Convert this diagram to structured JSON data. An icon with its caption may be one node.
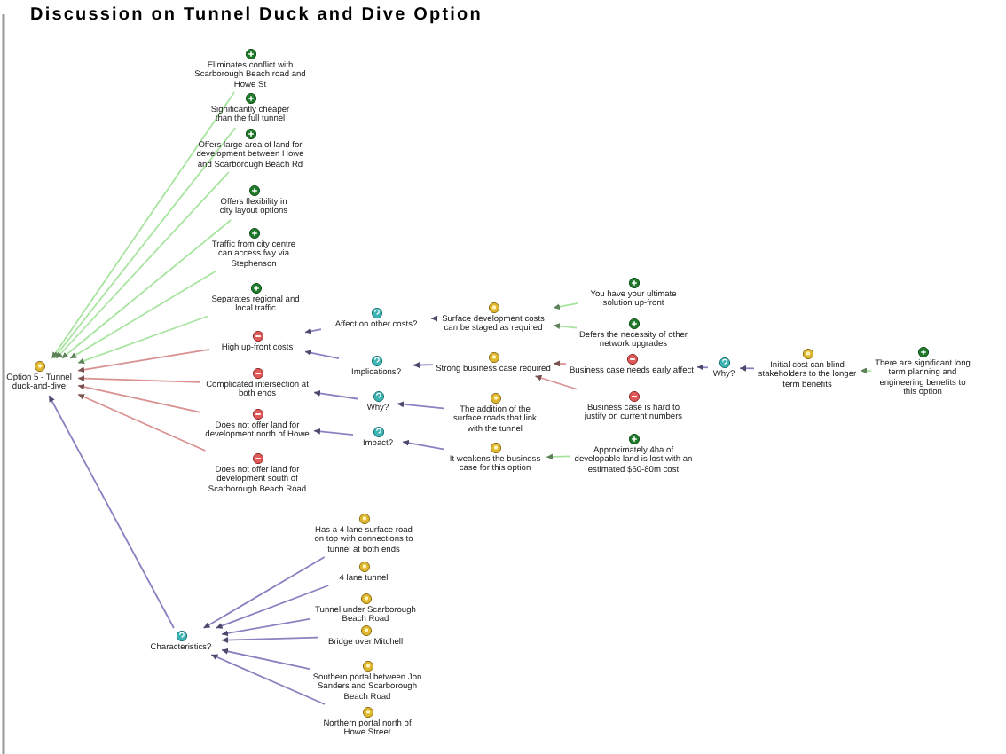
{
  "diagram": {
    "title": "Discussion on Tunnel Duck and Dive Option",
    "nodes": [
      {
        "text": [
          "Option 5 - Tunnel duck-and-dive"
        ]
      },
      {
        "text": [
          "Eliminates conflict with Scarborough Beach road and Howe St"
        ]
      },
      {
        "text": [
          "Significantly cheaper than the full tunnel"
        ]
      },
      {
        "text": [
          "Offers large area of land for development between Howe and Scarborough Beach Rd"
        ]
      },
      {
        "text": [
          "Offers flexibility in city layout options"
        ]
      },
      {
        "text": [
          "Traffic from city centre can access fwy via Stephenson"
        ]
      },
      {
        "text": [
          "Separates regional and local traffic"
        ]
      },
      {
        "text": [
          "High up-front costs"
        ]
      },
      {
        "text": [
          "Complicated intersection at both ends"
        ]
      },
      {
        "text": [
          "Does not offer land for development north of Howe"
        ]
      },
      {
        "text": [
          "Does not offer land for development south of Scarborough Beach Road"
        ]
      },
      {
        "text": [
          "Affect on other costs?"
        ]
      },
      {
        "text": [
          "Implications?"
        ]
      },
      {
        "text": [
          "Why?"
        ]
      },
      {
        "text": [
          "Impact?"
        ]
      },
      {
        "text": [
          "Surface development costs can be staged as required"
        ]
      },
      {
        "text": [
          "Strong business case required"
        ]
      },
      {
        "text": [
          "The addition of the surface roads that link with the tunnel"
        ]
      },
      {
        "text": [
          "It weakens the business case for this option"
        ]
      },
      {
        "text": [
          "You have your ultimate solution up-front"
        ]
      },
      {
        "text": [
          "Defers the necessity of other network upgrades"
        ]
      },
      {
        "text": [
          "Business case needs early affect"
        ]
      },
      {
        "text": [
          "Business case is hard to justify on current numbers"
        ]
      },
      {
        "text": [
          "Approximately 4ha of developable land is lost with an estimated $60-80m cost"
        ]
      },
      {
        "text": [
          "Why?"
        ]
      },
      {
        "text": [
          "Initial cost can blind stakeholders to the longer term benefits"
        ]
      },
      {
        "text": [
          "There are significant long term planning and engineering benefits to this option"
        ]
      },
      {
        "text": [
          "Characteristics?"
        ]
      },
      {
        "text": [
          "Has a 4 lane surface road on top with connections to tunnel at both ends"
        ]
      },
      {
        "text": [
          "4 lane tunnel"
        ]
      },
      {
        "text": [
          "Tunnel under Scarborough Beach Road"
        ]
      },
      {
        "text": [
          "Bridge over Mitchell"
        ]
      },
      {
        "text": [
          "Southern portal between Jon Sanders and Scarborough Beach Road"
        ]
      },
      {
        "text": [
          "Northern portal north of Howe Street"
        ]
      }
    ],
    "edges": [
      {
        "from": 1,
        "to": 0,
        "arrow": "to",
        "color": "#a8e4a0"
      },
      {
        "from": 2,
        "to": 0,
        "arrow": "to",
        "color": "#a8e4a0"
      },
      {
        "from": 3,
        "to": 0,
        "arrow": "to",
        "color": "#a8e4a0"
      },
      {
        "from": 4,
        "to": 0,
        "arrow": "to",
        "color": "#a8e4a0"
      },
      {
        "from": 5,
        "to": 0,
        "arrow": "to",
        "color": "#a8e4a0"
      },
      {
        "from": 6,
        "to": 0,
        "arrow": "to",
        "color": "#a8e4a0"
      },
      {
        "from": 7,
        "to": 0,
        "arrow": "to",
        "color": "#d89090"
      },
      {
        "from": 8,
        "to": 0,
        "arrow": "to",
        "color": "#d89090"
      },
      {
        "from": 9,
        "to": 0,
        "arrow": "to",
        "color": "#d89090"
      },
      {
        "from": 10,
        "to": 0,
        "arrow": "to",
        "color": "#d89090"
      },
      {
        "from": 27,
        "to": 0,
        "arrow": "to"
      },
      {
        "from": 11,
        "to": 7,
        "arrow": "to"
      },
      {
        "from": 12,
        "to": 7,
        "arrow": "to"
      },
      {
        "from": 13,
        "to": 8,
        "arrow": "to"
      },
      {
        "from": 14,
        "to": 9,
        "arrow": "to"
      },
      {
        "from": 15,
        "to": 11,
        "arrow": "to"
      },
      {
        "from": 16,
        "to": 12,
        "arrow": "to"
      },
      {
        "from": 17,
        "to": 13,
        "arrow": "to"
      },
      {
        "from": 18,
        "to": 14,
        "arrow": "to"
      },
      {
        "from": 19,
        "to": 15,
        "arrow": "to",
        "color": "#a8e4a0"
      },
      {
        "from": 20,
        "to": 15,
        "arrow": "to",
        "color": "#a8e4a0"
      },
      {
        "from": 21,
        "to": 16,
        "arrow": "to",
        "color": "#d89090"
      },
      {
        "from": 22,
        "to": 16,
        "arrow": "to",
        "color": "#d89090"
      },
      {
        "from": 23,
        "to": 18,
        "arrow": "to",
        "color": "#a8e4a0"
      },
      {
        "from": 24,
        "to": 21,
        "arrow": "to"
      },
      {
        "from": 25,
        "to": 24,
        "arrow": "to"
      },
      {
        "from": 26,
        "to": 25,
        "arrow": "to",
        "color": "#a8e4a0"
      },
      {
        "from": 28,
        "to": 27,
        "arrow": "to"
      },
      {
        "from": 29,
        "to": 27,
        "arrow": "to"
      },
      {
        "from": 30,
        "to": 27,
        "arrow": "to"
      },
      {
        "from": 31,
        "to": 27,
        "arrow": "to"
      },
      {
        "from": 32,
        "to": 27,
        "arrow": "to"
      },
      {
        "from": 33,
        "to": 27,
        "arrow": "to"
      }
    ]
  }
}
